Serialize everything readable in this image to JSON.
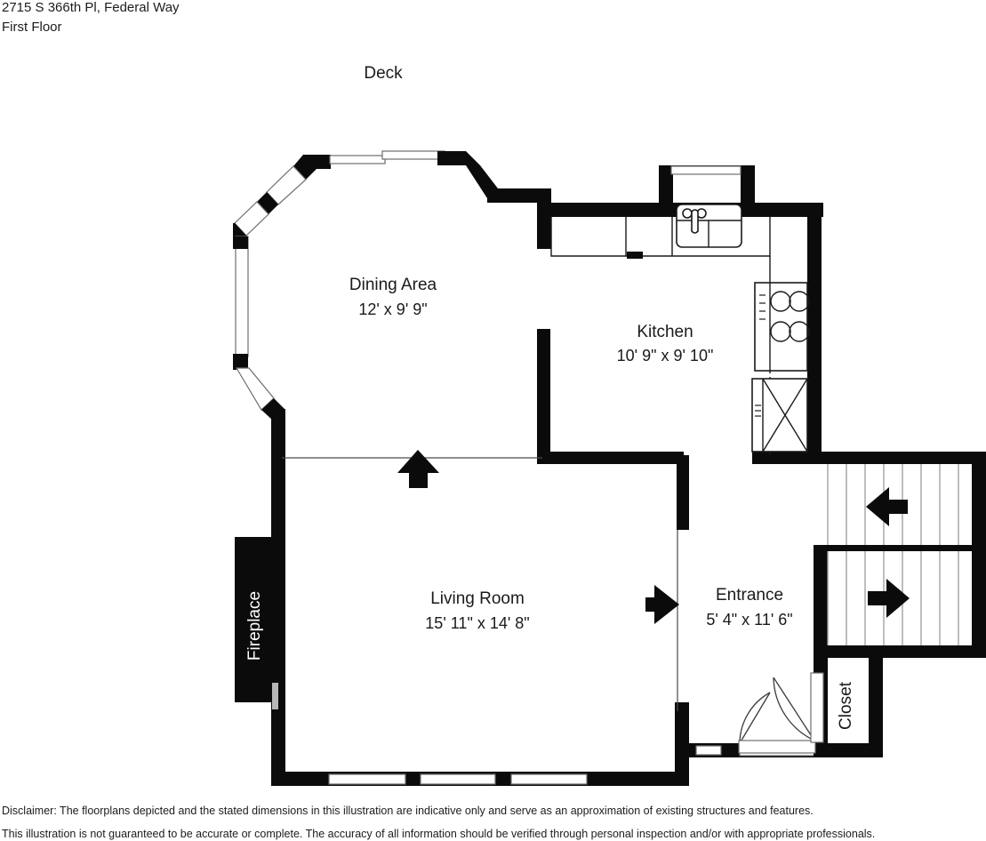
{
  "header": {
    "address": "2715 S 366th Pl, Federal Way",
    "floor": "First Floor"
  },
  "plan": {
    "exterior_label": "Deck",
    "rooms": [
      {
        "id": "dining",
        "name": "Dining Area",
        "dimensions": "12' x 9' 9\""
      },
      {
        "id": "kitchen",
        "name": "Kitchen",
        "dimensions": "10' 9\" x 9' 10\""
      },
      {
        "id": "living",
        "name": "Living Room",
        "dimensions": "15' 11\" x 14' 8\""
      },
      {
        "id": "entrance",
        "name": "Entrance",
        "dimensions": "5' 4\" x 11' 6\""
      }
    ],
    "features": [
      {
        "id": "fireplace",
        "label": "Fireplace"
      },
      {
        "id": "closet",
        "label": "Closet"
      }
    ],
    "fixtures": [
      {
        "id": "sink",
        "icon": "kitchen-sink-icon"
      },
      {
        "id": "stove",
        "icon": "stove-burners-icon"
      },
      {
        "id": "refrigerator",
        "icon": "refrigerator-icon"
      }
    ],
    "circulation": [
      {
        "id": "living-up-arrow",
        "icon": "arrow-up-icon"
      },
      {
        "id": "entrance-arrow",
        "icon": "arrow-right-icon"
      },
      {
        "id": "stair-upper-arrow",
        "icon": "arrow-left-icon"
      },
      {
        "id": "stair-lower-arrow",
        "icon": "arrow-right-icon"
      }
    ],
    "colors": {
      "wall": "#0b0b0b",
      "background": "#ffffff",
      "text": "#1a1a1a",
      "window_outline": "#6e6e6e",
      "fireplace_text": "#ffffff"
    }
  },
  "disclaimer": {
    "line1": "Disclaimer: The floorplans depicted and the stated dimensions in this illustration are indicative only and serve as an approximation of existing structures and features.",
    "line2": "This illustration is not guaranteed to be accurate or complete. The accuracy of all information should be verified through personal inspection and/or with appropriate professionals."
  }
}
